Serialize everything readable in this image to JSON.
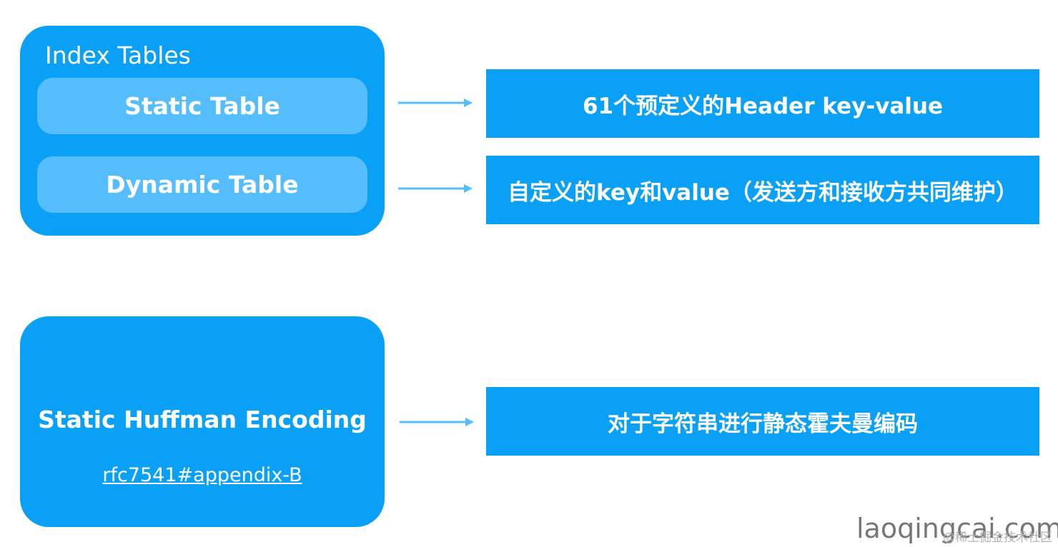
{
  "index_tables": {
    "title": "Index Tables",
    "static_table": "Static Table",
    "dynamic_table": "Dynamic Table"
  },
  "huffman": {
    "title": "Static Huffman Encoding",
    "link": "rfc7541#appendix-B"
  },
  "descriptions": {
    "static": "61个预定义的Header key-value",
    "dynamic": "自定义的key和value（发送方和接收方共同维护）",
    "huffman": "对于字符串进行静态霍夫曼编码"
  },
  "watermark": {
    "main": "laoqingcai.com",
    "sub": "@稀土掘金技术社区"
  },
  "colors": {
    "box_blue": "#0aa0f5",
    "pill_blue": "#55bdfb",
    "arrow_blue": "#55bdfb",
    "text_white": "#ffffff"
  }
}
